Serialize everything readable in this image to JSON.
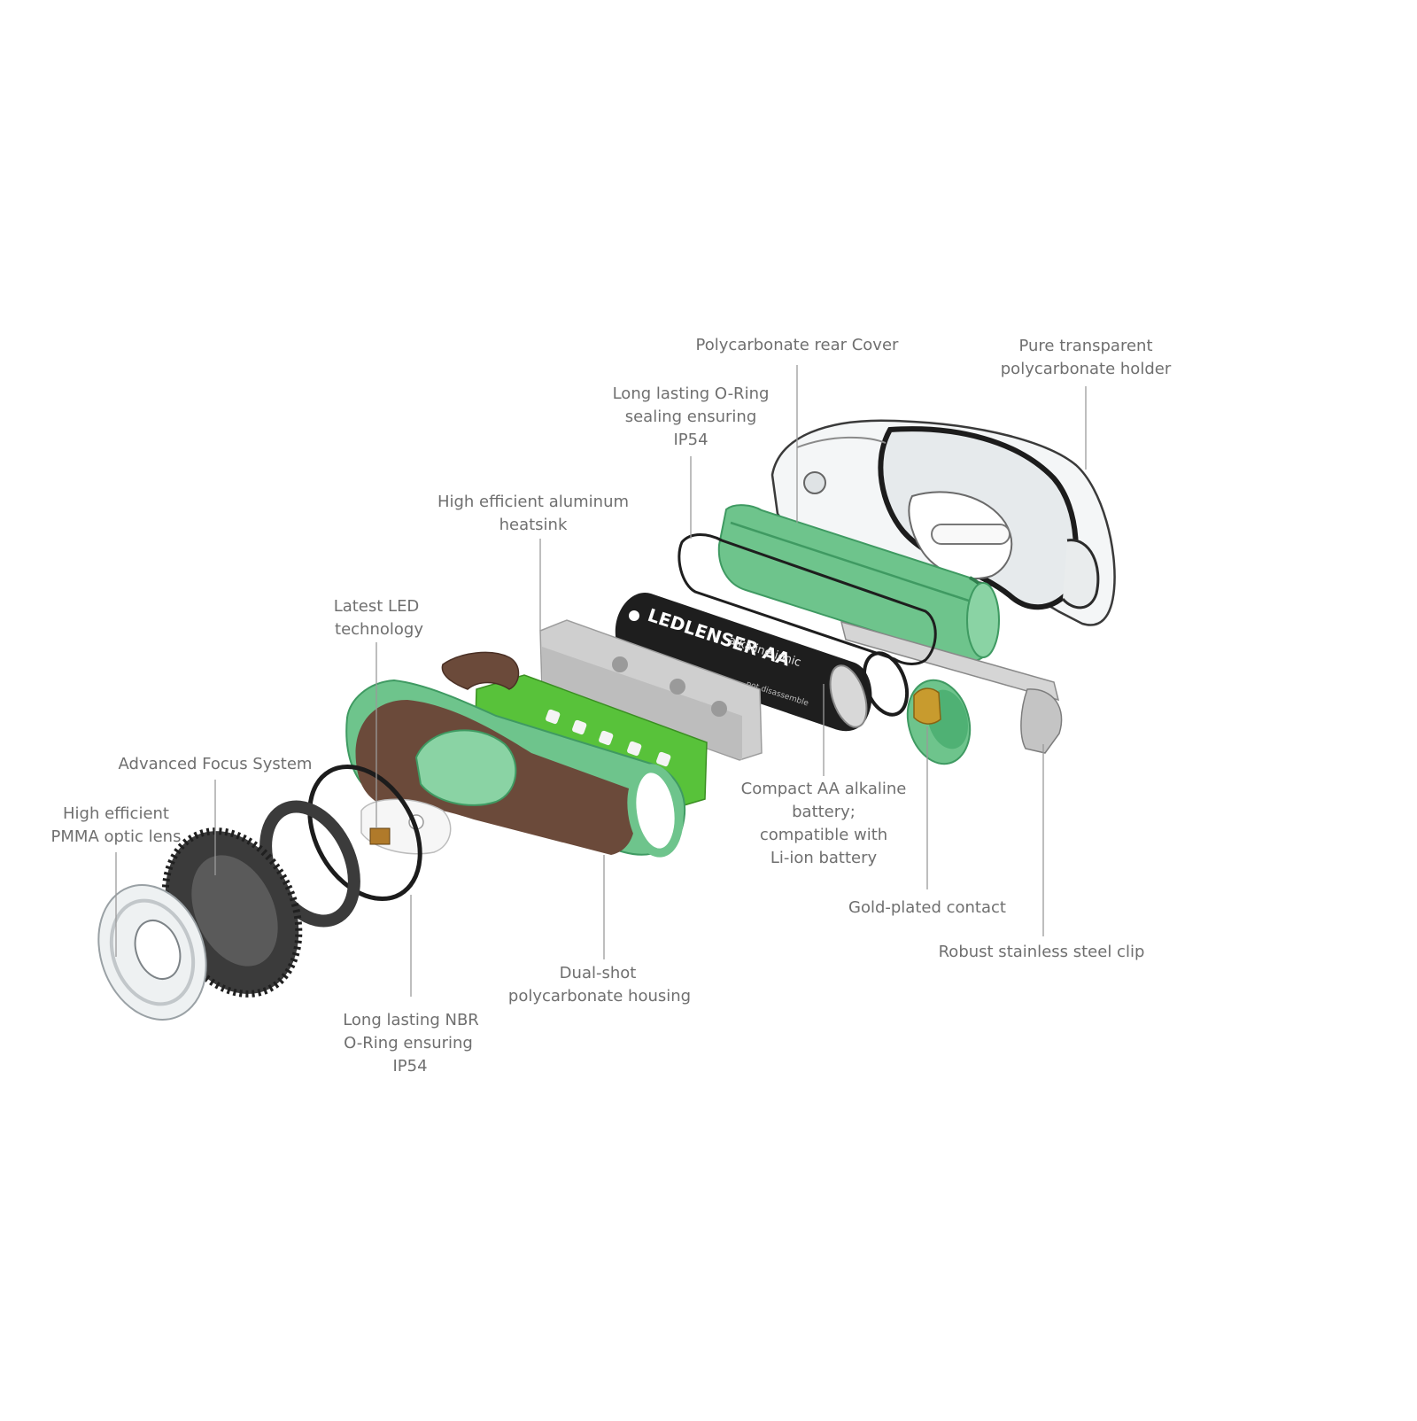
{
  "diagram": {
    "colors": {
      "label_text": "#6f6f6f",
      "leader_line": "#9a9a9a",
      "housing_green": "#6ec48c",
      "housing_green_dark": "#3f9a62",
      "housing_brown": "#6b4a3a",
      "pcb_green": "#58c23a",
      "heatsink_gray": "#c9c9c9",
      "battery_black": "#1e1e1e",
      "focus_ring_dark": "#3b3b3b",
      "gold_contact": "#c89b2e",
      "steel_clip": "#bdbdbd"
    },
    "battery_print": {
      "brand": "LEDLENSER AA",
      "type": "alkaline ionic",
      "warning": "not disassemble"
    },
    "callouts": [
      {
        "id": "rear-cover",
        "lines": [
          "Polycarbonate rear Cover"
        ]
      },
      {
        "id": "holder",
        "lines": [
          "Pure transparent",
          "polycarbonate holder"
        ]
      },
      {
        "id": "rear-oring",
        "lines": [
          "Long lasting  O-Ring",
          "sealing ensuring",
          "IP54"
        ]
      },
      {
        "id": "heatsink",
        "lines": [
          "High efficient aluminum",
          "heatsink"
        ]
      },
      {
        "id": "led",
        "lines": [
          "Latest LED",
          "technology"
        ]
      },
      {
        "id": "focus",
        "lines": [
          "Advanced Focus System"
        ]
      },
      {
        "id": "lens",
        "lines": [
          "High efficient",
          "PMMA optic lens"
        ]
      },
      {
        "id": "battery",
        "lines": [
          "Compact AA alkaline",
          "battery;",
          "compatible with",
          "Li-ion battery"
        ]
      },
      {
        "id": "gold-contact",
        "lines": [
          "Gold-plated contact"
        ]
      },
      {
        "id": "clip",
        "lines": [
          "Robust stainless steel clip"
        ]
      },
      {
        "id": "housing",
        "lines": [
          "Dual-shot",
          "polycarbonate housing"
        ]
      },
      {
        "id": "front-oring",
        "lines": [
          "Long lasting NBR",
          "O-Ring ensuring",
          "IP54"
        ]
      }
    ]
  }
}
